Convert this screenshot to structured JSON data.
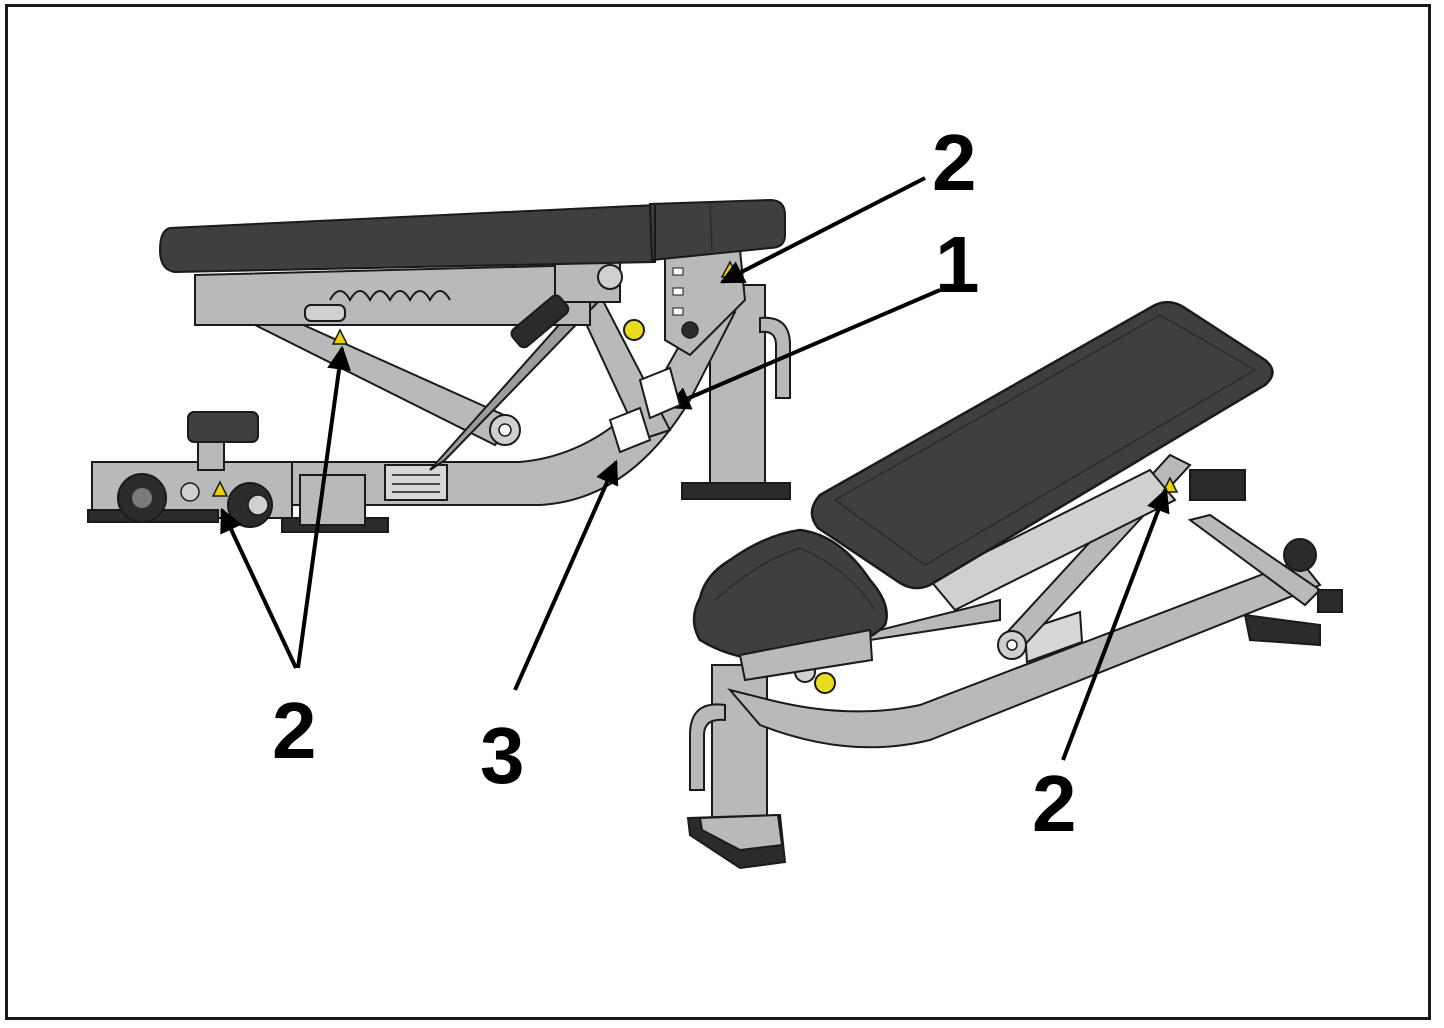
{
  "colors": {
    "frame": "#b9b9b9",
    "frame_shade": "#9c9c9c",
    "pad": "#3f3f3f",
    "pad_edge": "#2a2a2a",
    "foot": "#2b2b2b",
    "knob": "#e8dc1e",
    "warning_label": "#f0d000",
    "outline": "#1a1a1a"
  },
  "callouts": [
    {
      "id": "label-2-top",
      "text": "2"
    },
    {
      "id": "label-1",
      "text": "1"
    },
    {
      "id": "label-2-left",
      "text": "2"
    },
    {
      "id": "label-3",
      "text": "3"
    },
    {
      "id": "label-2-right",
      "text": "2"
    }
  ],
  "icons": {
    "warning": "warning-triangle-icon",
    "pop_pin": "pull-pin-knob-icon",
    "wheel": "transport-wheel-icon"
  }
}
